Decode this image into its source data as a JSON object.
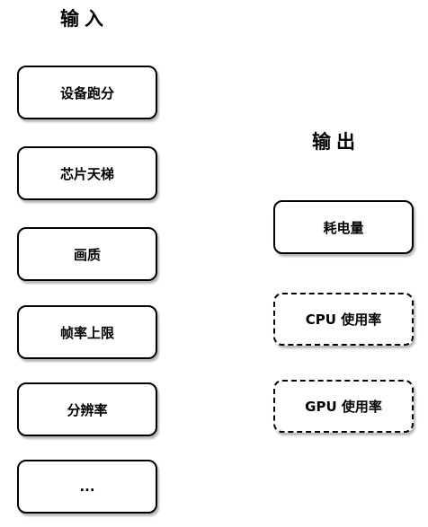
{
  "input": {
    "title": "输入",
    "items": [
      {
        "label": "设备跑分"
      },
      {
        "label": "芯片天梯"
      },
      {
        "label": "画质"
      },
      {
        "label": "帧率上限"
      },
      {
        "label": "分辨率"
      },
      {
        "label": "..."
      }
    ]
  },
  "output": {
    "title": "输出",
    "items": [
      {
        "label": "耗电量",
        "border": "solid"
      },
      {
        "label": "CPU 使用率",
        "border": "dashed"
      },
      {
        "label": "GPU 使用率",
        "border": "dashed"
      }
    ]
  }
}
